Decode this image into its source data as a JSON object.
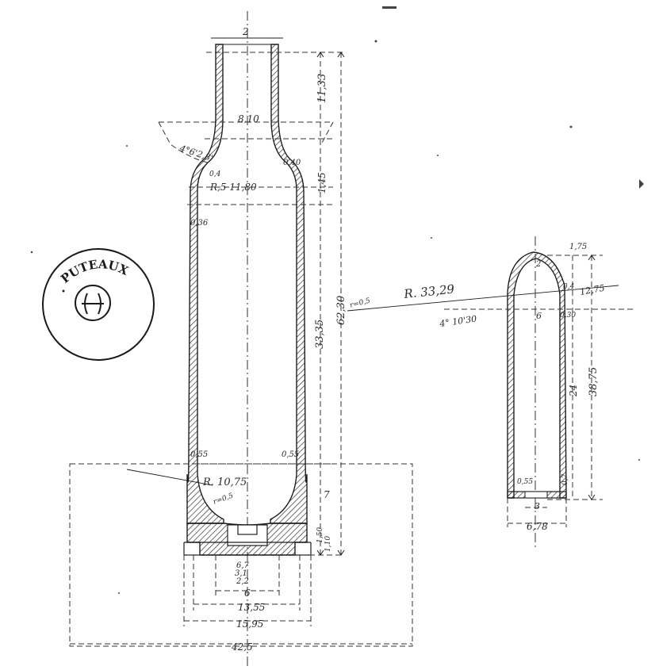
{
  "logo": {
    "text": "PUTEAUX"
  },
  "cartridge_case": {
    "dims": {
      "neck_top": "2",
      "neck_length": "11,33",
      "neck_dia": "8,10",
      "shoulder_angle": "4°6'2,8'",
      "shoulder_wall": "0,40",
      "shoulder_wall_left": "0,4",
      "shoulder_length": "1,45",
      "shoulder_dia": "R,5 11,80",
      "body_wall_top": "0,36",
      "body_length": "33,35",
      "overall_length": "62,30",
      "body_wall_low_left": "0,55",
      "body_wall_low_right": "0,55",
      "inner_radius": "R. 10,75",
      "small_radius": "r=0,5",
      "base_height": "7",
      "rim_thickness": "1,50",
      "rim_lower": "1,10",
      "primer_a": "6,7",
      "primer_b": "3,1",
      "primer_c": "2,2",
      "primer_width": "6",
      "base_dia": "13,55",
      "rim_dia": "15,95",
      "frame_width": "42,5"
    }
  },
  "bullet": {
    "dims": {
      "nose_radius": "R. 33,29",
      "r_small": "r=0,5",
      "ogive_angle": "4° 10'30",
      "tip_dims": "1,75",
      "tip_flat": "2",
      "ogive_len": "12,75",
      "wall_mark": "0,4",
      "wall_left": "0,30",
      "inner_gap": "6",
      "inner_length": "24",
      "overall_length": "38,75",
      "base_wall": "0,55",
      "base_side": "0,7",
      "base_hole": "3",
      "base_dia": "6,78"
    }
  }
}
